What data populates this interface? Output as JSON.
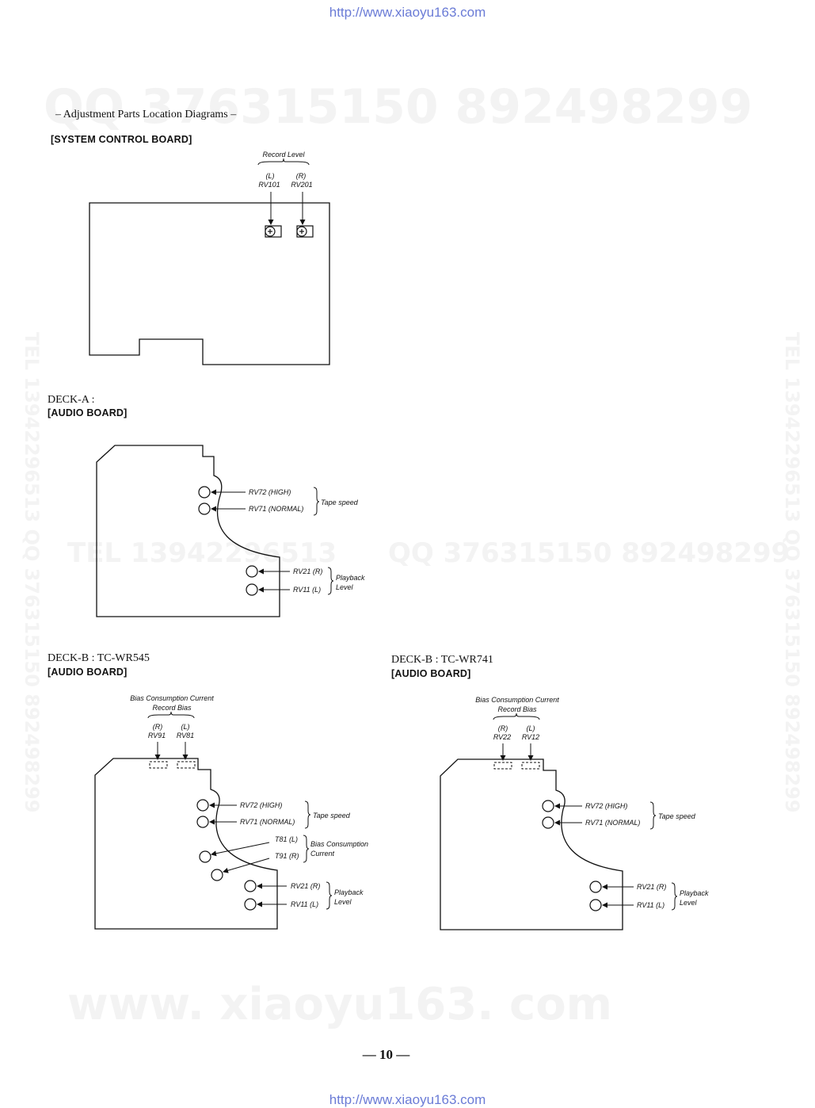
{
  "header_url": "http://www.xiaoyu163.com",
  "footer_url": "http://www.xiaoyu163.com",
  "watermarks": {
    "qq_top": "QQ 376315150   892498299",
    "middle_left": "TEL 13942296513",
    "middle_right": "QQ 376315150  892498299",
    "bottom": "www. xiaoyu163. com",
    "side": "TEL 13942296513  QQ 376315150  892498299"
  },
  "page_title": "– Adjustment Parts Location Diagrams –",
  "system_board": {
    "label": "[SYSTEM CONTROL BOARD]",
    "group": "Record Level",
    "ch_l": "(L)",
    "ch_r": "(R)",
    "part_l": "RV101",
    "part_r": "RV201"
  },
  "deck_a": {
    "title": "DECK-A :",
    "board": "[AUDIO BOARD]",
    "rv72": "RV72 (HIGH)",
    "rv71": "RV71 (NORMAL)",
    "tape_speed": "Tape speed",
    "rv21": "RV21 (R)",
    "rv11": "RV11 (L)",
    "playback": "Playback",
    "level": "Level"
  },
  "deck_b_545": {
    "title": "DECK-B : TC-WR545",
    "board": "[AUDIO BOARD]",
    "bias_current": "Bias Consumption Current",
    "record_bias": "Record Bias",
    "ch_r": "(R)",
    "ch_l": "(L)",
    "part_r": "RV91",
    "part_l": "RV81",
    "rv72": "RV72 (HIGH)",
    "rv71": "RV71 (NORMAL)",
    "tape_speed": "Tape speed",
    "t81": "T81 (L)",
    "t91": "T91 (R)",
    "bias_consumption": "Bias Consumption",
    "current": "Current",
    "rv21": "RV21 (R)",
    "rv11": "RV11 (L)",
    "playback": "Playback",
    "level": "Level"
  },
  "deck_b_741": {
    "title": "DECK-B : TC-WR741",
    "board": "[AUDIO BOARD]",
    "bias_current": "Bias Consumption Current",
    "record_bias": "Record Bias",
    "ch_r": "(R)",
    "ch_l": "(L)",
    "part_r": "RV22",
    "part_l": "RV12",
    "rv72": "RV72 (HIGH)",
    "rv71": "RV71 (NORMAL)",
    "tape_speed": "Tape speed",
    "rv21": "RV21 (R)",
    "rv11": "RV11 (L)",
    "playback": "Playback",
    "level": "Level"
  },
  "page_number": "— 10 —"
}
